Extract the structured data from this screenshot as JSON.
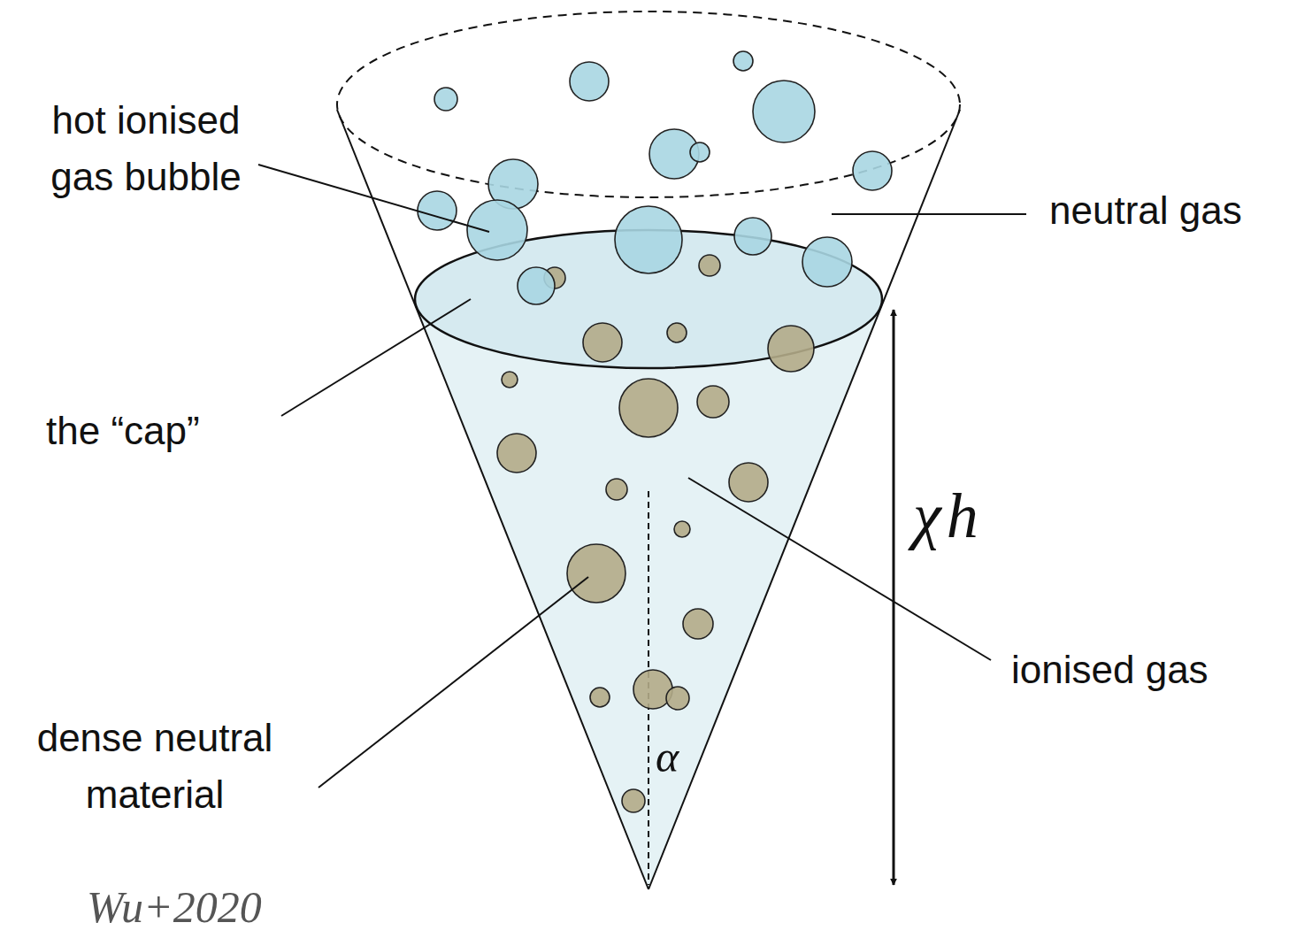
{
  "diagram": {
    "labels": [
      "hot ionised gas bubble",
      "neutral gas",
      "the “cap”",
      "ionised gas",
      "dense neutral material",
      "χh",
      "α",
      "Wu+2020"
    ]
  }
}
